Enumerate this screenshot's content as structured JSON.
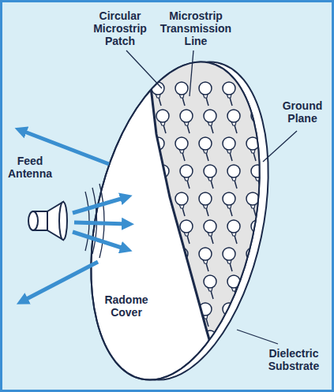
{
  "diagram": {
    "labels": [
      "Circular Microstrip Patch",
      "Microstrip Transmission Line",
      "Ground Plane",
      "Feed Antenna",
      "Radome Cover",
      "Dielectric Substrate"
    ]
  }
}
